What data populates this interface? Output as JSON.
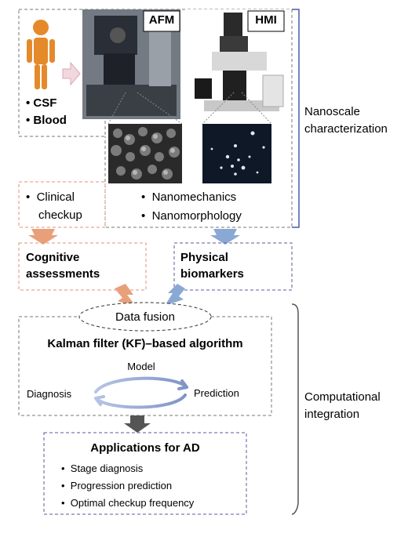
{
  "top": {
    "sample_items": [
      "CSF",
      "Blood"
    ],
    "afm_label": "AFM",
    "hmi_label": "HMI",
    "clinical_lines": [
      "Clinical",
      "checkup"
    ],
    "nano_items": [
      "Nanomechanics",
      "Nanomorphology"
    ]
  },
  "middle": {
    "cognitive_lines": [
      "Cognitive",
      "assessments"
    ],
    "physical_lines": [
      "Physical",
      "biomarkers"
    ]
  },
  "fusion": {
    "label": "Data fusion",
    "algorithm_title": "Kalman filter (KF)–based algorithm",
    "model": "Model",
    "diagnosis": "Diagnosis",
    "prediction": "Prediction"
  },
  "applications": {
    "title": "Applications for AD",
    "items": [
      "Stage diagnosis",
      "Progression prediction",
      "Optimal checkup frequency"
    ]
  },
  "side_labels": {
    "nanoscale": [
      "Nanoscale",
      "characterization"
    ],
    "computational": [
      "Computational",
      "integration"
    ]
  },
  "colors": {
    "bracket_blue": "#4a5aa8",
    "bracket_gray": "#555555",
    "arrow_orange": "#e8a07a",
    "arrow_blue": "#8aa8d4",
    "arrow_dark": "#555555",
    "body_orange": "#e58a2a",
    "orange_dash": "#e0907a",
    "blue_dash": "#5a5aa0"
  }
}
